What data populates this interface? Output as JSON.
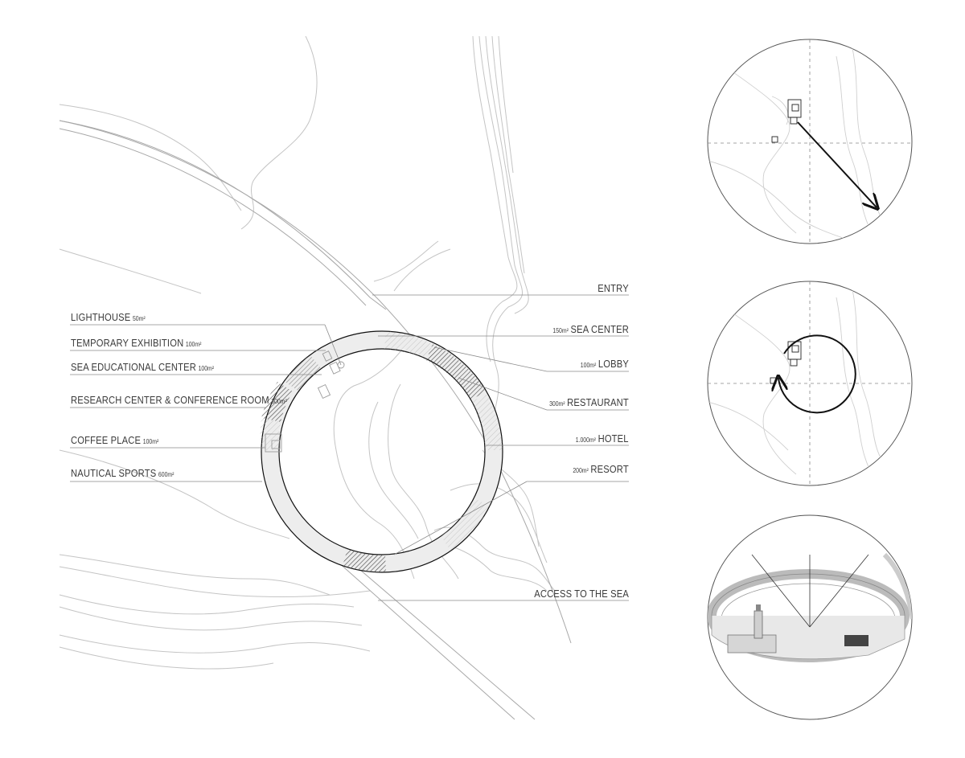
{
  "programs_left": [
    {
      "name": "LIGHTHOUSE",
      "area": "50m²"
    },
    {
      "name": "TEMPORARY EXHIBITION",
      "area": "100m²"
    },
    {
      "name": "SEA EDUCATIONAL CENTER",
      "area": "100m²"
    },
    {
      "name": "RESEARCH CENTER & CONFERENCE ROOM",
      "area": "300m²"
    },
    {
      "name": "COFFEE PLACE",
      "area": "100m²"
    },
    {
      "name": "NAUTICAL SPORTS",
      "area": "600m²"
    }
  ],
  "programs_right": [
    {
      "name": "ENTRY",
      "area": ""
    },
    {
      "name": "SEA CENTER",
      "area": "150m²"
    },
    {
      "name": "LOBBY",
      "area": "100m²"
    },
    {
      "name": "RESTAURANT",
      "area": "300m²"
    },
    {
      "name": "HOTEL",
      "area": "1.000m²"
    },
    {
      "name": "RESORT",
      "area": "200m²"
    },
    {
      "name": "ACCESS TO THE SEA",
      "area": ""
    }
  ],
  "colors": {
    "line": "#bdbdbd",
    "dark": "#222222",
    "text": "#3a3a3a"
  }
}
